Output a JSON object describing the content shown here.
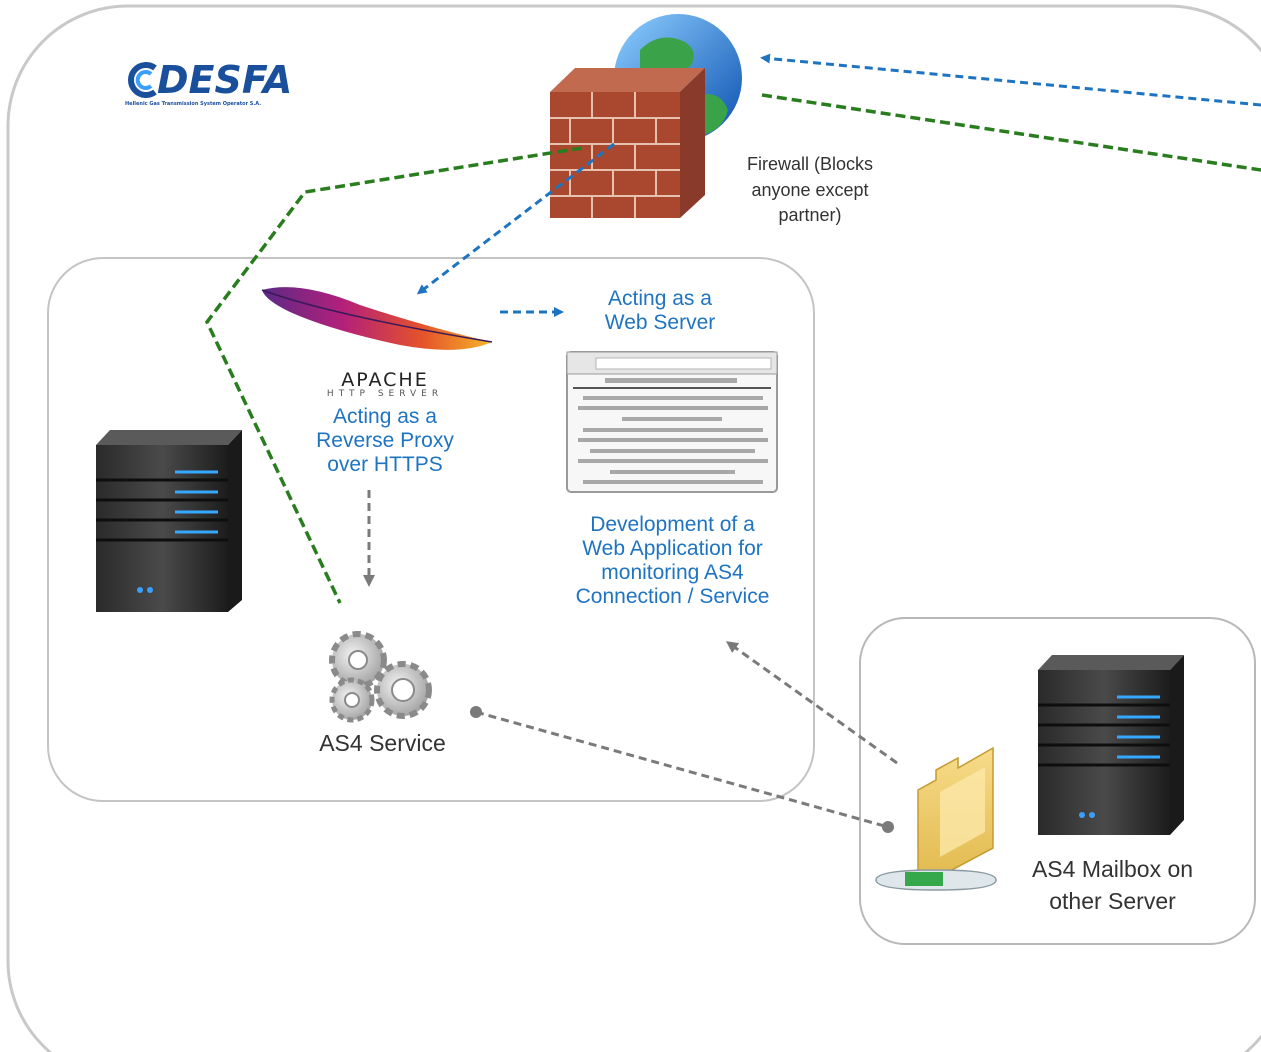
{
  "logo": {
    "name": "DESFA",
    "tagline": "Hellenic Gas Transmission System Operator S.A."
  },
  "firewall": {
    "label_lines": [
      "Firewall (Blocks",
      "anyone except",
      "partner)"
    ]
  },
  "apache": {
    "logo_word": "APACHE",
    "logo_sub": "HTTP SERVER",
    "role_lines": [
      "Acting as a",
      "Reverse Proxy",
      "over HTTPS"
    ]
  },
  "web_server": {
    "label_lines": [
      "Acting as a",
      "Web Server"
    ]
  },
  "web_app": {
    "label_lines": [
      "Development of a",
      "Web Application for",
      "monitoring AS4",
      "Connection / Service"
    ]
  },
  "as4_service": {
    "label": "AS4 Service"
  },
  "mailbox": {
    "label_lines": [
      "AS4 Mailbox on",
      "other Server"
    ]
  },
  "colors": {
    "blue_arrow": "#1f74c2",
    "green_path": "#2a7d1f",
    "gray_arrow": "#7a7a7a",
    "label_blue": "#1f74c2"
  }
}
